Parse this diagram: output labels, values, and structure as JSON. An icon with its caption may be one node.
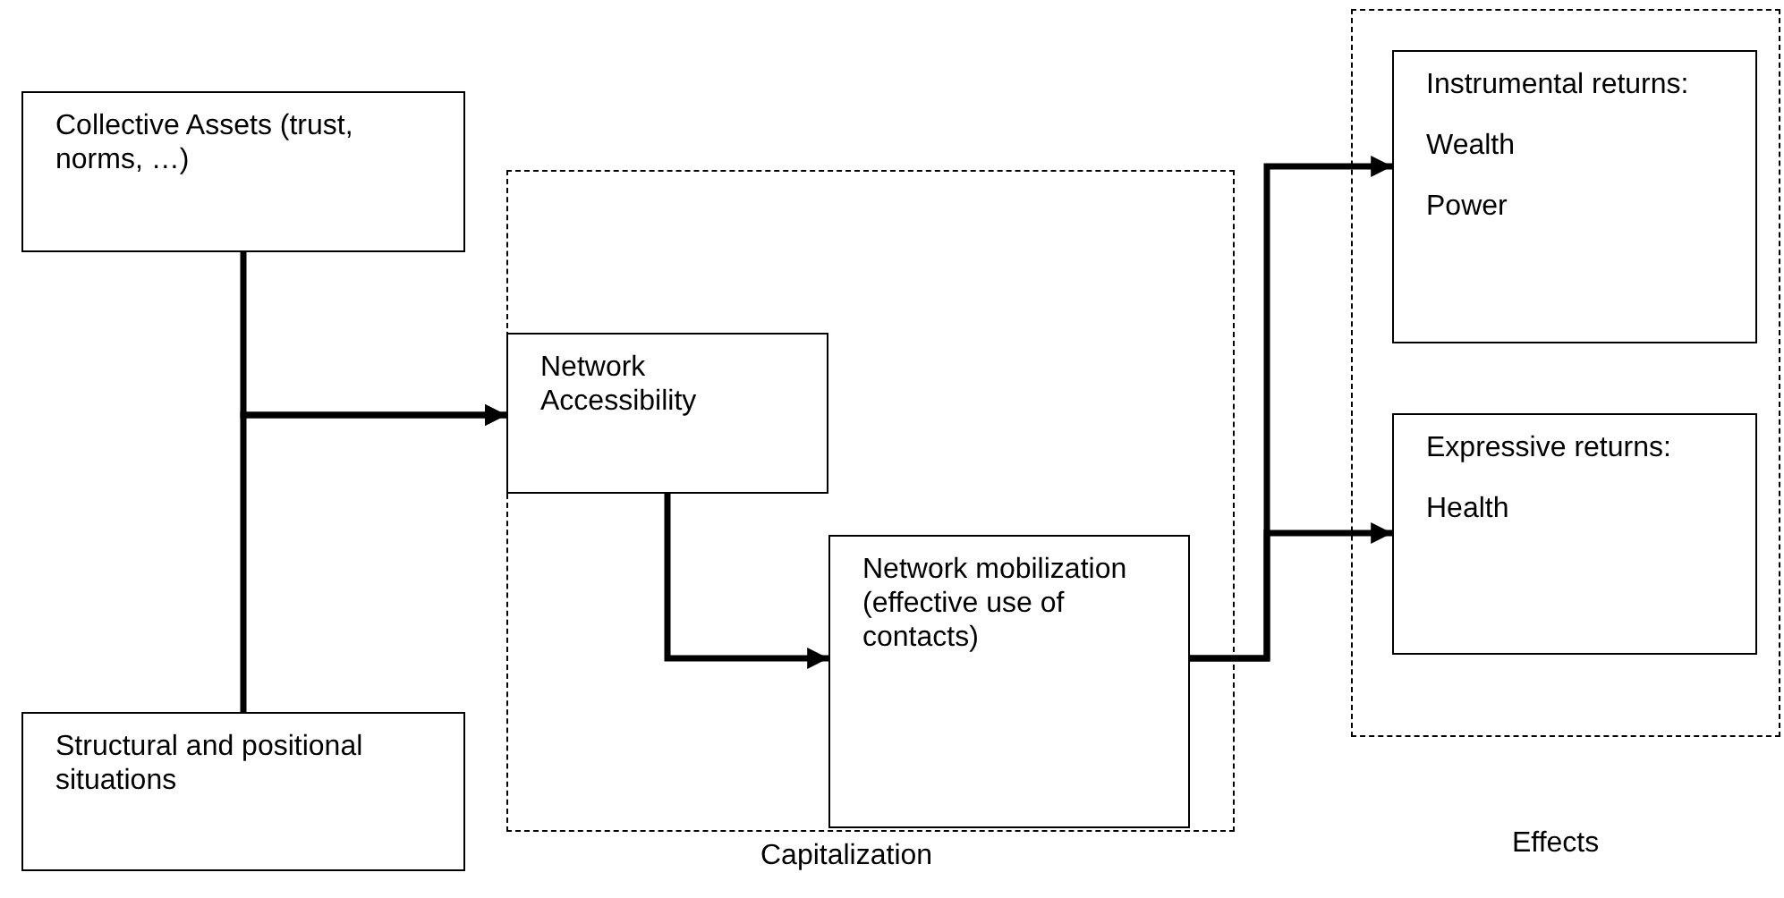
{
  "diagram": {
    "nodes": [
      {
        "text": [
          "Collective Assets (trust, norms, …)"
        ]
      },
      {
        "text": [
          "Structural and positional situations"
        ]
      },
      {
        "text": [
          "Capitalization"
        ]
      },
      {
        "text": [
          "Network Accessibility"
        ],
        "in": 2
      },
      {
        "text": [
          "Network mobilization (effective use of contacts)"
        ],
        "in": 2
      },
      {
        "text": [
          "Effects"
        ]
      },
      {
        "text": [
          "Instrumental returns:",
          "Wealth",
          "Power"
        ],
        "in": 5
      },
      {
        "text": [
          "Expressive returns:",
          "Health"
        ],
        "in": 5
      }
    ],
    "edges": [
      {
        "from": 0,
        "to": 3,
        "arrow": "to"
      },
      {
        "from": 1,
        "to": 3,
        "arrow": "to"
      },
      {
        "from": 3,
        "to": 4,
        "arrow": "to"
      },
      {
        "from": 4,
        "to": 6,
        "arrow": "to"
      },
      {
        "from": 4,
        "to": 7,
        "arrow": "to"
      }
    ]
  }
}
